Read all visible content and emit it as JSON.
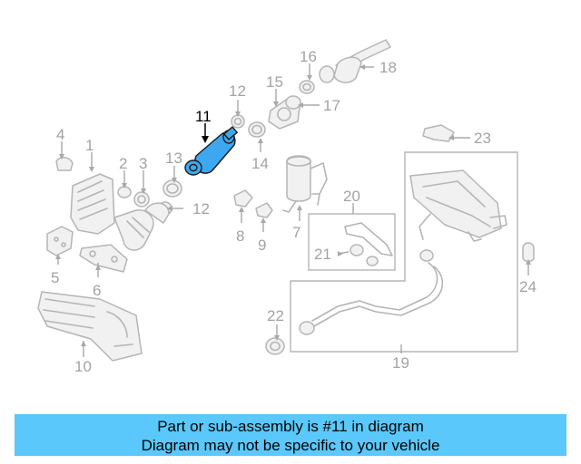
{
  "highlight_color": "#3da8f0",
  "banner_color": "#5ac8fa",
  "callouts": {
    "c1": "1",
    "c2": "2",
    "c3": "3",
    "c4": "4",
    "c5": "5",
    "c6": "6",
    "c7": "7",
    "c8": "8",
    "c9": "9",
    "c10": "10",
    "c11": "11",
    "c12a": "12",
    "c12b": "12",
    "c13": "13",
    "c14": "14",
    "c15": "15",
    "c16": "16",
    "c17": "17",
    "c18": "18",
    "c19": "19",
    "c20": "20",
    "c21": "21",
    "c22": "22",
    "c23": "23",
    "c24": "24"
  },
  "highlighted_part": "11",
  "banner": {
    "line1": "Part or sub-assembly is #11 in diagram",
    "line2": "Diagram may not be specific to your vehicle"
  }
}
